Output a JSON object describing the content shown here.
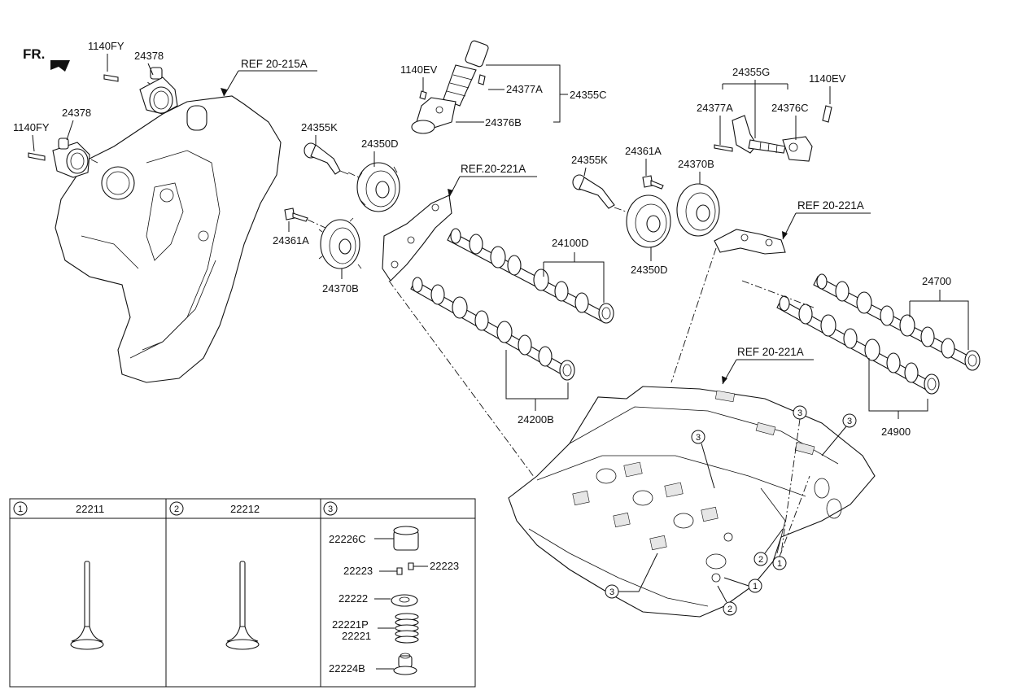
{
  "front_marker": {
    "label": "FR."
  },
  "refs": {
    "ref_215a": "REF 20-215A",
    "ref_221a_left": "REF.20-221A",
    "ref_221a_right": "REF 20-221A",
    "ref_221a_head": "REF 20-221A"
  },
  "parts": {
    "p1140fy_top": "1140FY",
    "p24378_top": "24378",
    "p1140fy_left": "1140FY",
    "p24378_left": "24378",
    "p1140ev_left": "1140EV",
    "p24377a_left": "24377A",
    "p24355c": "24355C",
    "p24376b": "24376B",
    "p24355k_left": "24355K",
    "p24350d_left": "24350D",
    "p24361a_left": "24361A",
    "p24370b_left": "24370B",
    "p24100d": "24100D",
    "p24200b": "24200B",
    "p24355g": "24355G",
    "p1140ev_right": "1140EV",
    "p24377a_right": "24377A",
    "p24376c": "24376C",
    "p24355k_right": "24355K",
    "p24361a_right": "24361A",
    "p24370b_right": "24370B",
    "p24350d_right": "24350D",
    "p24700": "24700",
    "p24900": "24900"
  },
  "callouts": {
    "c1": "1",
    "c2": "2",
    "c3": "3"
  },
  "legend": {
    "col1": {
      "num": "1",
      "part": "22211"
    },
    "col2": {
      "num": "2",
      "part": "22212"
    },
    "col3": {
      "num": "3",
      "items": {
        "seal_cap": "22226C",
        "keeper_a": "22223",
        "keeper_b": "22223",
        "retainer": "22222",
        "spring_p": "22221P",
        "spring": "22221",
        "seal": "22224B"
      }
    }
  }
}
